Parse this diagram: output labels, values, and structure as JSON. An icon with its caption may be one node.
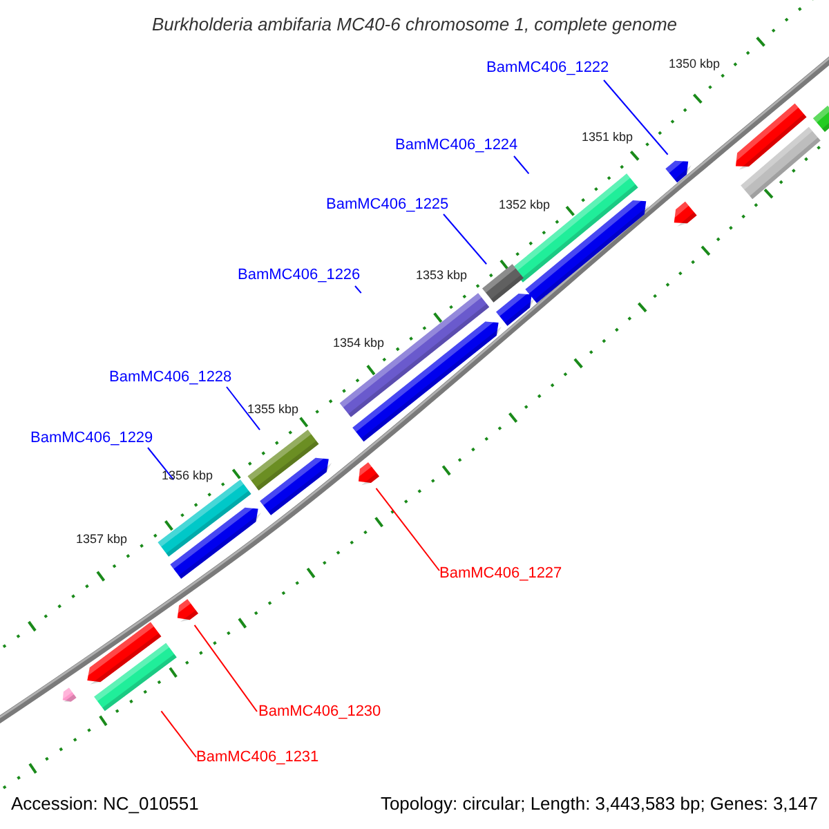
{
  "diagram": {
    "title": "Burkholderia ambifaria MC40-6 chromosome 1, complete genome",
    "nodes": [
      {
        "text": [
          "BamMC406_1222"
        ]
      },
      {
        "text": [
          "BamMC406_1224"
        ]
      },
      {
        "text": [
          "BamMC406_1225"
        ]
      },
      {
        "text": [
          "BamMC406_1226"
        ]
      },
      {
        "text": [
          "BamMC406_1228"
        ]
      },
      {
        "text": [
          "BamMC406_1229"
        ]
      },
      {
        "text": [
          "BamMC406_1227"
        ]
      },
      {
        "text": [
          "BamMC406_1230"
        ]
      },
      {
        "text": [
          "BamMC406_1231"
        ]
      },
      {
        "text": [],
        "shape": "bar"
      },
      {
        "text": [],
        "shape": "bar"
      },
      {
        "text": [],
        "shape": "bar"
      },
      {
        "text": [],
        "shape": "bar"
      },
      {
        "text": [],
        "shape": "bar"
      },
      {
        "text": [],
        "shape": "bar"
      },
      {
        "text": [],
        "shape": "bar"
      },
      {
        "text": [],
        "shape": "bar"
      },
      {
        "text": [],
        "shape": "bar"
      },
      {
        "text": [],
        "shape": "bar"
      },
      {
        "text": [],
        "shape": "bar"
      },
      {
        "text": [],
        "shape": "bar"
      },
      {
        "text": [],
        "shape": "bar"
      },
      {
        "text": [],
        "shape": "bar"
      },
      {
        "text": [],
        "shape": "bar"
      },
      {
        "text": [],
        "shape": "bar"
      },
      {
        "text": [],
        "shape": "bar"
      },
      {
        "text": [],
        "shape": "bar"
      },
      {
        "text": [],
        "shape": "bar"
      },
      {
        "text": [],
        "shape": "bar"
      }
    ],
    "edges": [
      {
        "from": 0,
        "to": 9,
        "arrow": "none"
      },
      {
        "from": 1,
        "to": 10,
        "arrow": "none"
      },
      {
        "from": 2,
        "to": 11,
        "arrow": "none"
      },
      {
        "from": 3,
        "to": 12,
        "arrow": "none"
      },
      {
        "from": 4,
        "to": 13,
        "arrow": "none"
      },
      {
        "from": 5,
        "to": 14,
        "arrow": "none"
      },
      {
        "from": 6,
        "to": 15,
        "arrow": "none",
        "color": "#ff0000"
      },
      {
        "from": 7,
        "to": 16,
        "arrow": "none",
        "color": "#ff0000"
      },
      {
        "from": 8,
        "to": 17,
        "arrow": "none",
        "color": "#ff0000"
      }
    ],
    "labels": [
      "1350 kbp",
      "1351 kbp",
      "1352 kbp",
      "1353 kbp",
      "1354 kbp",
      "1355 kbp",
      "1356 kbp",
      "1357 kbp",
      "Accession: NC_010551",
      "Topology: circular; Length: 3,443,583 bp; Genes: 3,147"
    ]
  }
}
